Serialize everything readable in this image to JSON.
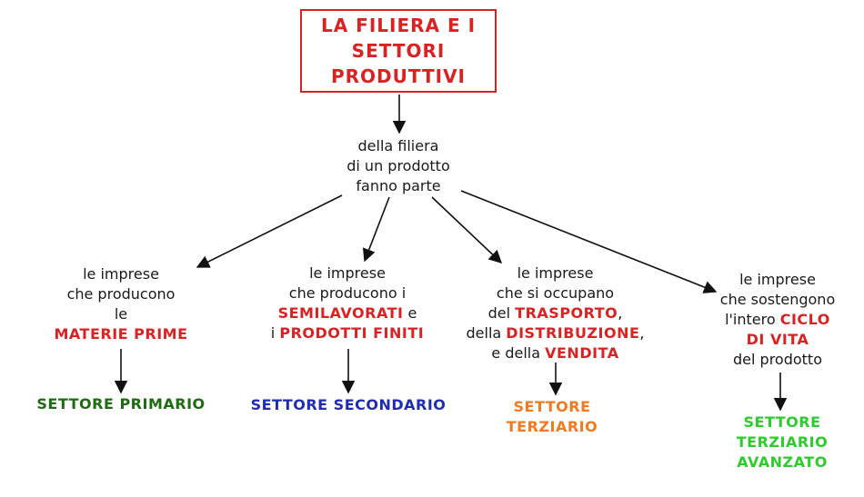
{
  "title": {
    "lines": [
      "LA FILIERA E I",
      "SETTORI",
      "PRODUTTIVI"
    ]
  },
  "connector": {
    "lines": [
      "della filiera",
      "di un prodotto",
      "fanno parte"
    ]
  },
  "branches": [
    {
      "description": {
        "l1": "le imprese",
        "l2": "che producono",
        "l3": "le",
        "h1": "MATERIE PRIME"
      },
      "sector": {
        "lines": [
          "SETTORE PRIMARIO"
        ],
        "color": "#1e6b14"
      }
    },
    {
      "description": {
        "l1": "le imprese",
        "l2a": "che producono i",
        "h1": "SEMILAVORATI",
        "c1": "e",
        "c2": "i",
        "h2": "PRODOTTI FINITI"
      },
      "sector": {
        "lines": [
          "SETTORE SECONDARIO"
        ],
        "color": "#1f2db3"
      }
    },
    {
      "description": {
        "l1": "le imprese",
        "l2": "che si occupano",
        "c1": "del",
        "h1": "TRASPORTO",
        "c2": ",",
        "c3": "della",
        "h2": "DISTRIBUZIONE",
        "c4": ",",
        "c5": "e della",
        "h3": "VENDITA"
      },
      "sector": {
        "lines": [
          "SETTORE",
          "TERZIARIO"
        ],
        "color": "#f07a22"
      }
    },
    {
      "description": {
        "l1": "le imprese",
        "l2": "che sostengono",
        "c1": "l'intero",
        "h1": "CICLO",
        "h2": "DI VITA",
        "l3": "del prodotto"
      },
      "sector": {
        "lines": [
          "SETTORE",
          "TERZIARIO",
          "AVANZATO"
        ],
        "color": "#2ecb2e"
      }
    }
  ],
  "colors": {
    "accent_red": "#d92323",
    "arrow": "#111111"
  }
}
